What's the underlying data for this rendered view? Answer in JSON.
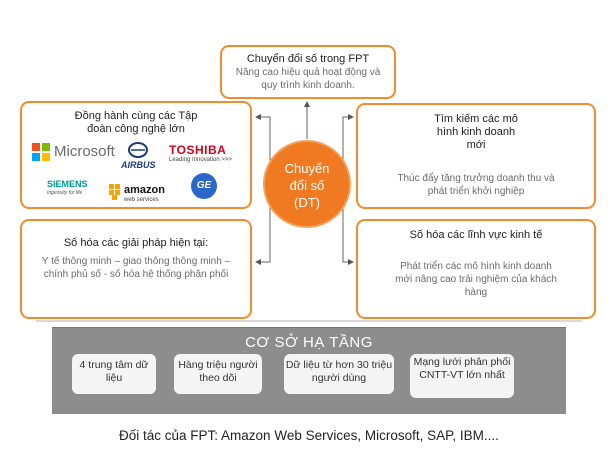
{
  "top_box": {
    "title": "Chuyển đổi số trong FPT",
    "body": "Nâng cao hiệu quả hoạt động và quy trình kinh doanh."
  },
  "partners_box": {
    "title": "Đồng hành cùng các Tập đoàn công nghệ lớn",
    "logos": {
      "microsoft": "Microsoft",
      "airbus": "AIRBUS",
      "toshiba": "TOSHIBA",
      "toshiba_tagline": "Leading Innovation >>>",
      "siemens": "SIEMENS",
      "siemens_tagline": "Ingenuity for life",
      "amazon": "amazon",
      "amazon_tagline": "web services",
      "ge": "GE"
    },
    "microsoft_colors": [
      "#f25022",
      "#7fba00",
      "#00a4ef",
      "#ffb900"
    ]
  },
  "right_top_box": {
    "title": "Tìm kiếm các mô hình kinh doanh mới",
    "body": "Thúc đẩy tăng trưởng doanh thu và phát triển khởi nghiệp"
  },
  "left_bottom_box": {
    "title": "Số hóa các giải pháp hiện tại:",
    "body": "Y tế thông minh – giao thông thông minh – chính phủ số - số hóa hệ thống phân phối"
  },
  "right_bottom_box": {
    "title": "Số hóa các lĩnh vực kinh tế",
    "body": "Phát triển các mô hình kinh doanh mới nâng cao trải nghiệm của khách hàng"
  },
  "center": {
    "line1": "Chuyển",
    "line2": "đổi số",
    "line3": "(DT)"
  },
  "infrastructure": {
    "title": "CƠ SỞ HẠ TẦNG",
    "items": [
      "4 trung tâm dữ liệu",
      "Hàng triệu người theo dõi",
      "Dữ liệu từ hơn 30 triệu người dùng",
      "Mạng lưới phân phối CNTT-VT lớn nhất"
    ]
  },
  "footer": "Đối tác của FPT: Amazon Web Services, Microsoft, SAP, IBM....",
  "colors": {
    "accent": "#ef7a22",
    "border": "#f28a2e",
    "infra_bg": "#8d8d8d"
  }
}
